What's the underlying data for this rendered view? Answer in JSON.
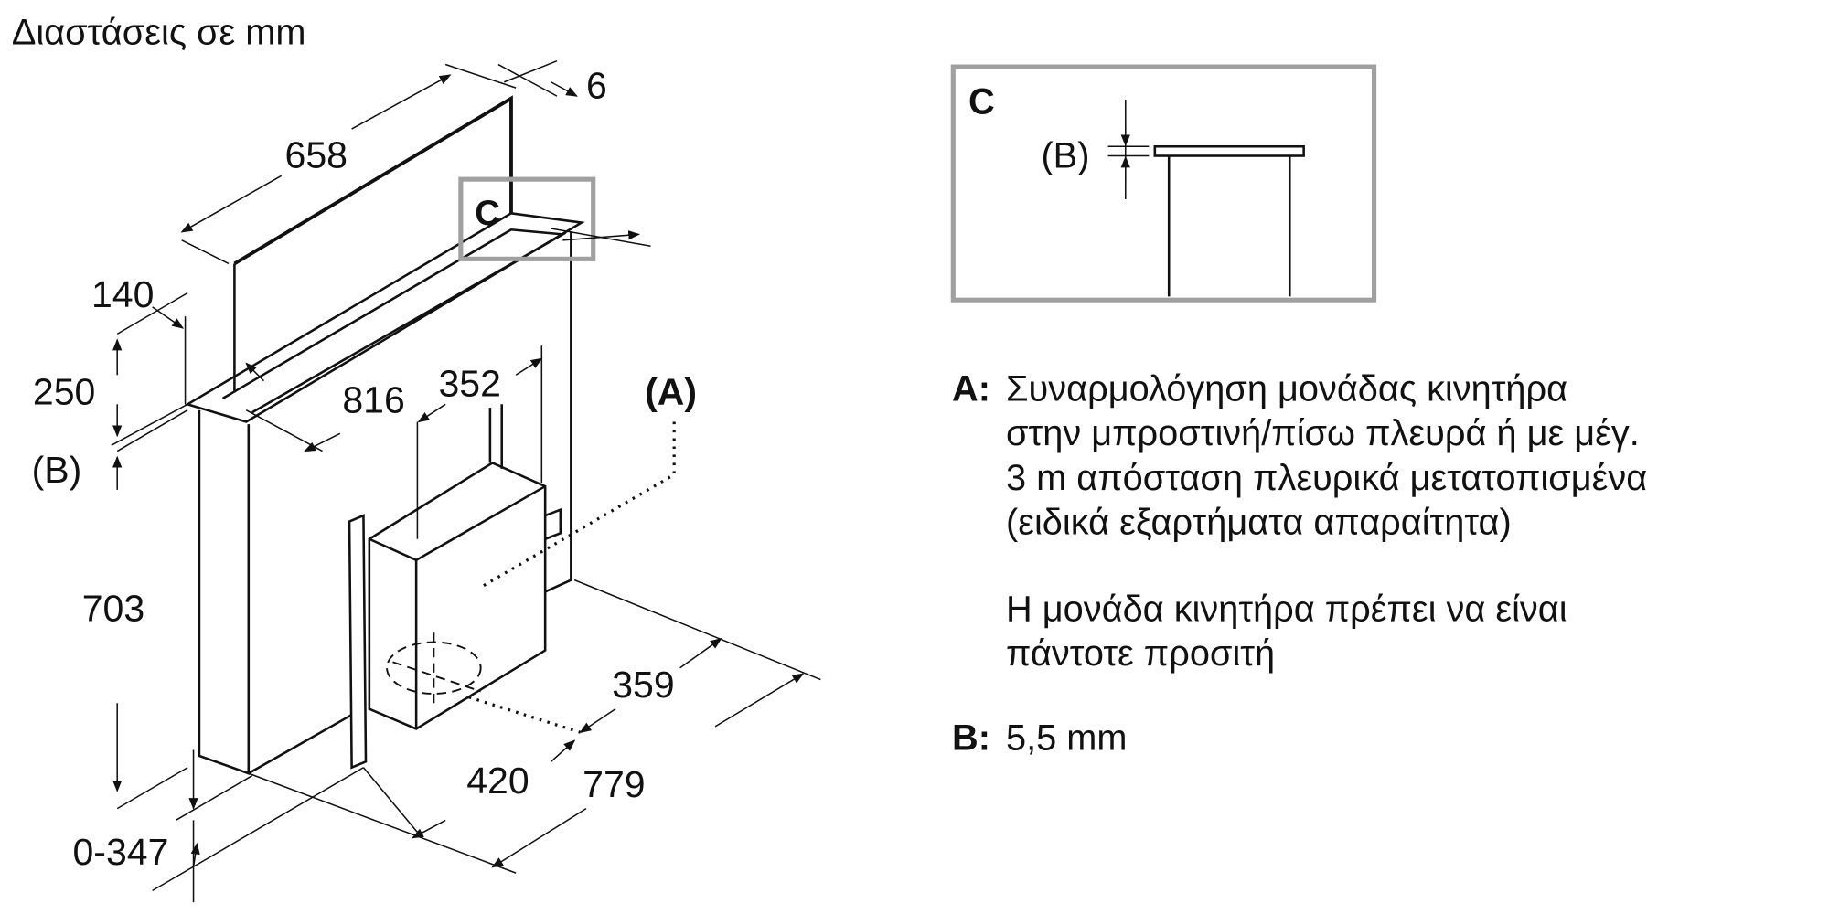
{
  "title": "Διαστάσεις σε mm",
  "dimensions": {
    "d658": "658",
    "d6": "6",
    "d140": "140",
    "d250": "250",
    "dB": "(B)",
    "d816": "816",
    "d352": "352",
    "d703": "703",
    "d359": "359",
    "d420": "420",
    "d779": "779",
    "d0347": "0-347",
    "labelA": "(A)",
    "labelC": "C"
  },
  "detail": {
    "label": "C",
    "b_label": "(B)"
  },
  "notes": {
    "a_key": "A:",
    "a_lines": [
      "Συναρμολόγηση μονάδας κινητήρα",
      "στην μπροστινή/πίσω πλευρά ή με μέγ.",
      "3 m απόσταση πλευρικά μετατοπισμένα",
      "(ειδικά εξαρτήματα απαραίτητα)"
    ],
    "a_extra": [
      "Η μονάδα κινητήρα πρέπει να είναι",
      "πάντοτε προσιτή"
    ],
    "b_key": "B:",
    "b_value": "5,5 mm"
  }
}
